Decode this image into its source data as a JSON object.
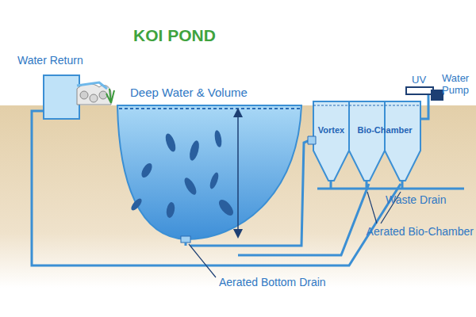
{
  "diagram": {
    "title": "KOI POND",
    "nodes": [
      {
        "text": [
          "Vortex"
        ]
      },
      {
        "text": [
          "Bio-Chamber"
        ]
      }
    ],
    "labels": [
      "Water Return",
      "Deep Water & Volume",
      "UV",
      "Water Pump",
      "Waste Drain",
      "Aerated Bio-Chamber",
      "Aerated Bottom Drain"
    ]
  }
}
